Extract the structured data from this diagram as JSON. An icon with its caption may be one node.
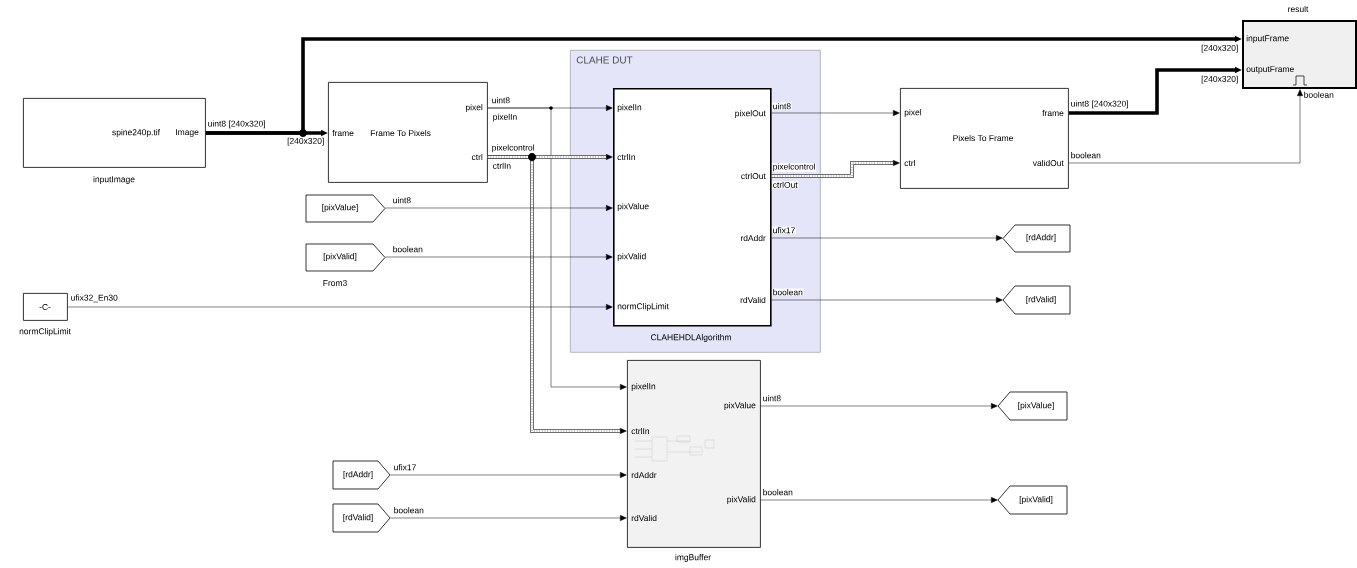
{
  "diagram": {
    "nodes": [
      {
        "text": [
          "spine240p.tif",
          "Image"
        ],
        "beside": [
          "inputImage"
        ]
      },
      {
        "text": [
          "frame",
          "Frame To Pixels",
          "pixel",
          "ctrl"
        ]
      },
      {
        "text": [
          "CLAHE DUT"
        ]
      },
      {
        "text": [
          "pixelIn",
          "ctrlIn",
          "pixValue",
          "pixValid",
          "normClipLimit",
          "pixelOut",
          "ctrlOut",
          "rdAddr",
          "rdValid"
        ],
        "beside": [
          "CLAHEHDLAlgorithm"
        ],
        "in": 2
      },
      {
        "text": [
          "pixel",
          "Pixels To Frame",
          "ctrl",
          "frame",
          "validOut"
        ]
      },
      {
        "text": [
          "inputFrame",
          "outputFrame"
        ],
        "beside": [
          "result"
        ]
      },
      {
        "text": [
          "[pixValue]"
        ]
      },
      {
        "text": [
          "[pixValid]"
        ],
        "beside": [
          "From3"
        ]
      },
      {
        "text": [
          "-C-"
        ],
        "beside": [
          "normClipLimit"
        ]
      },
      {
        "text": [
          "[rdAddr]"
        ]
      },
      {
        "text": [
          "[rdValid]"
        ]
      },
      {
        "text": [
          "pixelIn",
          "ctrlIn",
          "rdAddr",
          "rdValid",
          "pixValue",
          "pixValid"
        ],
        "beside": [
          "imgBuffer"
        ]
      },
      {
        "text": [
          "[rdAddr]"
        ]
      },
      {
        "text": [
          "[rdValid]"
        ]
      },
      {
        "text": [
          "[pixValue]"
        ]
      },
      {
        "text": [
          "[pixValid]"
        ]
      }
    ],
    "edges": [
      {
        "from": 0,
        "to": 1,
        "arrow": "to",
        "style": "thick",
        "label": "uint8 [240x320]"
      },
      {
        "from": 0,
        "to": 5,
        "arrow": "to",
        "style": "thick",
        "label": "[240x320]"
      },
      {
        "from": 1,
        "to": 3,
        "arrow": "to",
        "label": "uint8"
      },
      {
        "from": 1,
        "to": 11,
        "arrow": "to"
      },
      {
        "from": 1,
        "to": 3,
        "arrow": "to",
        "style": "dashed",
        "label": "pixelcontrol"
      },
      {
        "from": 1,
        "to": 11,
        "arrow": "to",
        "style": "dashed"
      },
      {
        "from": 6,
        "to": 3,
        "arrow": "to",
        "label": "uint8"
      },
      {
        "from": 7,
        "to": 3,
        "arrow": "to",
        "label": "boolean"
      },
      {
        "from": 8,
        "to": 3,
        "arrow": "to",
        "label": "ufix32_En30"
      },
      {
        "from": 3,
        "to": 4,
        "arrow": "to",
        "label": "uint8"
      },
      {
        "from": 3,
        "to": 4,
        "arrow": "to",
        "style": "dashed",
        "label": "pixelcontrol"
      },
      {
        "from": 3,
        "to": 9,
        "arrow": "to",
        "label": "ufix17"
      },
      {
        "from": 3,
        "to": 10,
        "arrow": "to",
        "label": "boolean"
      },
      {
        "from": 4,
        "to": 5,
        "arrow": "to",
        "style": "thick",
        "label": "uint8 [240x320]"
      },
      {
        "from": 4,
        "to": 5,
        "arrow": "to",
        "label": "boolean"
      },
      {
        "from": 12,
        "to": 11,
        "arrow": "to",
        "label": "ufix17"
      },
      {
        "from": 13,
        "to": 11,
        "arrow": "to",
        "label": "boolean"
      },
      {
        "from": 11,
        "to": 14,
        "arrow": "to",
        "label": "uint8"
      },
      {
        "from": 11,
        "to": 15,
        "arrow": "to",
        "label": "boolean"
      }
    ],
    "labels": [
      "[240x320]",
      "pixelIn",
      "ctrlIn",
      "ctrlOut",
      "[240x320]",
      "boolean"
    ]
  }
}
